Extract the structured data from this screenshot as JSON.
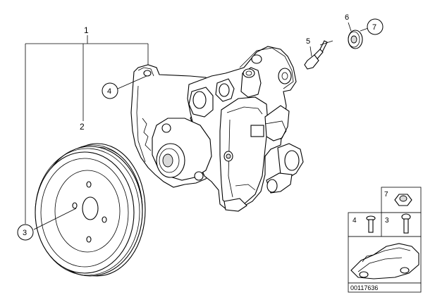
{
  "diagram": {
    "labels": {
      "part1": "1",
      "part2": "2",
      "part3": "3",
      "part4": "4",
      "part5": "5",
      "part6": "6",
      "part7": "7"
    },
    "inset": {
      "label7": "7",
      "label4": "4",
      "label3": "3",
      "code": "00117636"
    }
  }
}
